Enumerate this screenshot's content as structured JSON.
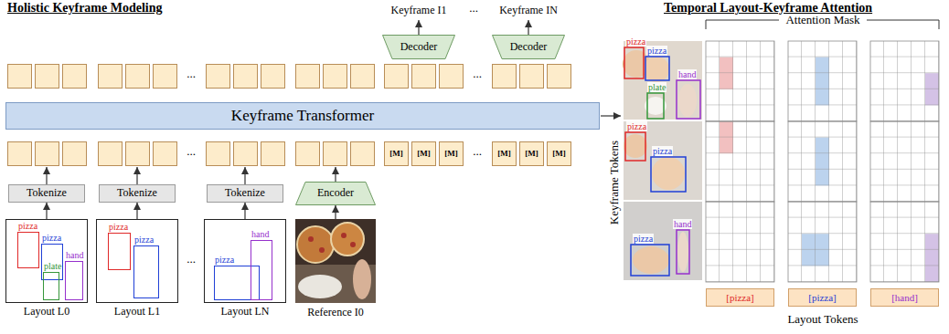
{
  "diagram": {
    "nodes": [
      {
        "text": [
          "Decoder"
        ]
      },
      {
        "text": [
          "Decoder"
        ]
      },
      {
        "text": [
          "Keyframe Transformer"
        ]
      },
      {
        "text": [
          "[M]"
        ]
      },
      {
        "text": [
          "[M]"
        ]
      },
      {
        "text": [
          "[M]"
        ]
      },
      {
        "text": [
          "[M]"
        ]
      },
      {
        "text": [
          "[M]"
        ]
      },
      {
        "text": [
          "[M]"
        ]
      },
      {
        "text": [
          "Tokenize"
        ]
      },
      {
        "text": [
          "Tokenize"
        ]
      },
      {
        "text": [
          "Tokenize"
        ]
      },
      {
        "text": [
          "Encoder"
        ]
      },
      {
        "text": [
          "Layout L0"
        ]
      },
      {
        "text": [
          "pizza"
        ],
        "in": 13
      },
      {
        "text": [
          "pizza"
        ],
        "in": 13
      },
      {
        "text": [
          "plate"
        ],
        "in": 13
      },
      {
        "text": [
          "hand"
        ],
        "in": 13
      },
      {
        "text": [
          "Layout L1"
        ]
      },
      {
        "text": [
          "pizza"
        ],
        "in": 18
      },
      {
        "text": [
          "pizza"
        ],
        "in": 18
      },
      {
        "text": [
          "Layout LN"
        ]
      },
      {
        "text": [
          "pizza"
        ],
        "in": 21
      },
      {
        "text": [
          "hand"
        ],
        "in": 21
      },
      {
        "text": [
          "Reference I0"
        ]
      },
      {
        "text": [
          "[pizza]"
        ]
      },
      {
        "text": [
          "[pizza]"
        ]
      },
      {
        "text": [
          "[hand]"
        ]
      }
    ],
    "edges": [
      {
        "from": 13,
        "to": 9,
        "arrow": "to"
      },
      {
        "from": 18,
        "to": 10,
        "arrow": "to"
      },
      {
        "from": 21,
        "to": 11,
        "arrow": "to"
      },
      {
        "from": 24,
        "to": 12,
        "arrow": "to"
      }
    ],
    "labels": [
      "Holistic Keyframe Modeling",
      "Keyframe I1",
      "Keyframe IN",
      "...",
      "...",
      "...",
      "...",
      "...",
      "...",
      "Temporal Layout-Keyframe Attention",
      "Attention Mask",
      "Keyframe Tokens",
      "Layout Tokens",
      "pizza",
      "pizza",
      "plate",
      "hand",
      "pizza",
      "pizza",
      "pizza",
      "hand"
    ]
  }
}
